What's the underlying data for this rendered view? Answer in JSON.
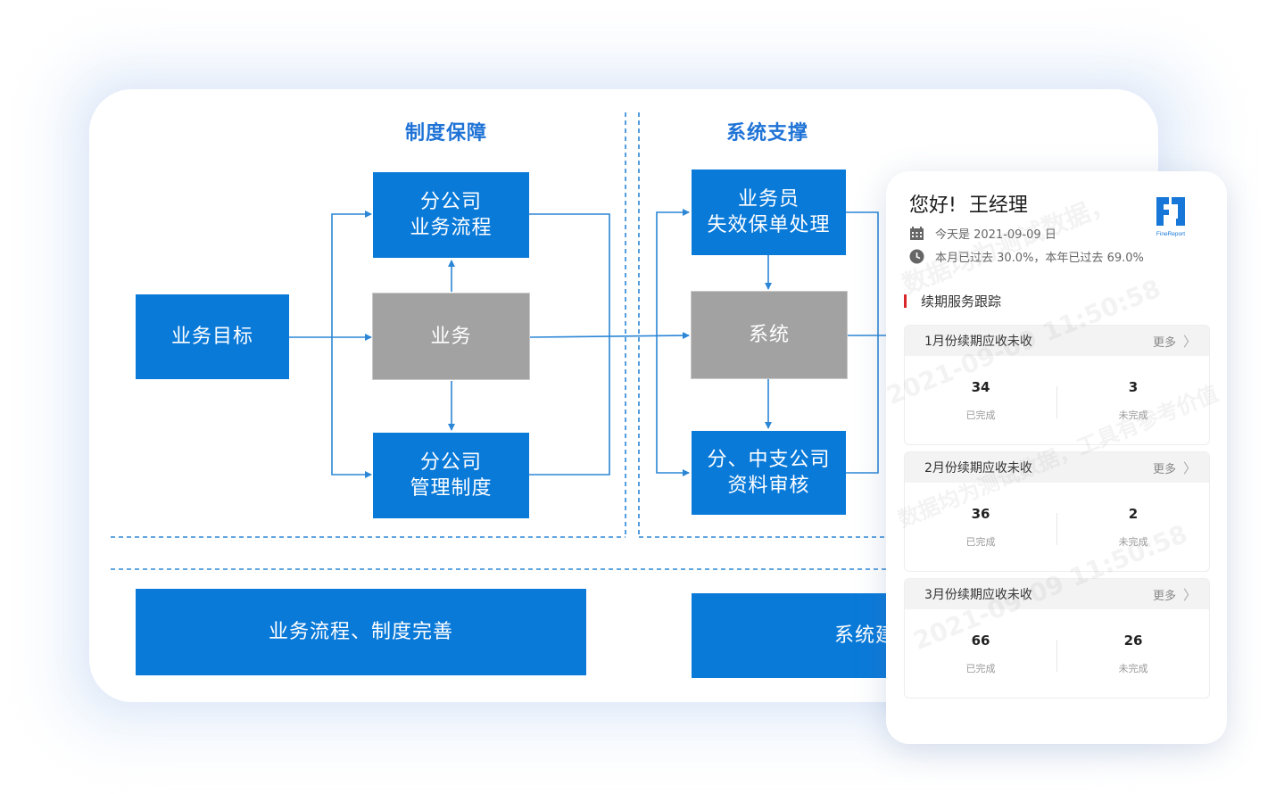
{
  "diagram": {
    "section_left": "制度保障",
    "section_right": "系统支撑",
    "node_goal": "业务目标",
    "node_branch_process": [
      "分公司",
      "业务流程"
    ],
    "node_business": "业务",
    "node_branch_mgmt": [
      "分公司",
      "管理制度"
    ],
    "node_agent_lapse": [
      "业务员",
      "失效保单处理"
    ],
    "node_system": "系统",
    "node_sub_review": [
      "分、中支公司",
      "资料审核"
    ],
    "bottom_left": "业务流程、制度完善",
    "bottom_right_partial": "系统建",
    "colors": {
      "primary": "#0a7ad9",
      "system_gray": "#a2a2a2",
      "title": "#1f73d6"
    }
  },
  "phone": {
    "greeting": "您好!",
    "user": "王经理",
    "logo_text": "FineReport",
    "date_line": "今天是 2021-09-09 日",
    "progress_line": "本月已过去 30.0%，本年已过去 69.0%",
    "section_title": "续期服务跟踪",
    "more_label": "更多",
    "cards": [
      {
        "title": "1月份续期应收未收",
        "done": "34",
        "done_label": "已完成",
        "todo": "3",
        "todo_label": "未完成"
      },
      {
        "title": "2月份续期应收未收",
        "done": "36",
        "done_label": "已完成",
        "todo": "2",
        "todo_label": "未完成"
      },
      {
        "title": "3月份续期应收未收",
        "done": "66",
        "done_label": "已完成",
        "todo": "26",
        "todo_label": "未完成"
      }
    ],
    "watermark_texts": [
      "数据均为测试数据，",
      "2021-09-09 11:50:58",
      "数据均为测试数据，工具有参考价值",
      "2021-09-09 11:50:58"
    ]
  }
}
